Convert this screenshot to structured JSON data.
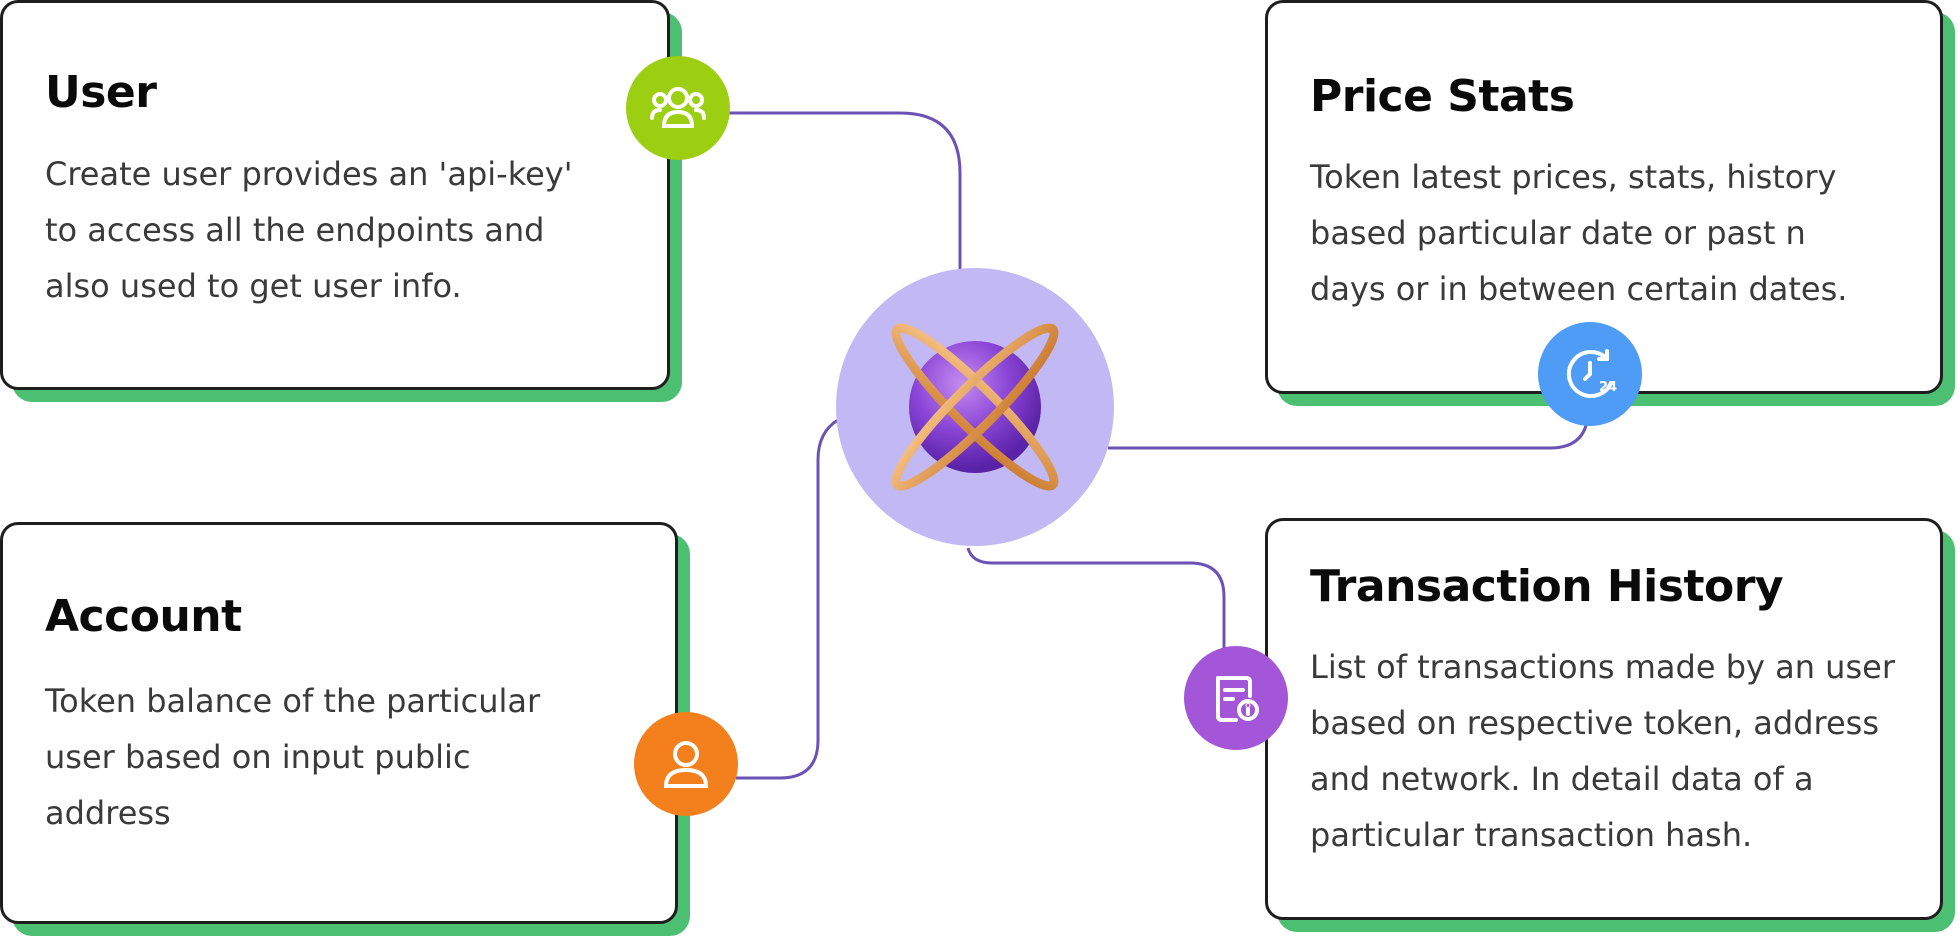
{
  "colors": {
    "card_shadow": "#4cbf72",
    "connector": "#6b52b5",
    "hub": "#c2b8f4",
    "user_badge": "#9ccf12",
    "price_badge": "#4f9cf6",
    "account_badge": "#f47f1d",
    "transaction_badge": "#a356d8"
  },
  "hub": {
    "icon": "globe-cross-logo-icon"
  },
  "cards": {
    "user": {
      "title": "User",
      "lines": [
        "Create user provides an 'api-key'",
        "to access all the endpoints and",
        "also used to get user info."
      ],
      "icon": "users-group-icon"
    },
    "price": {
      "title": "Price Stats",
      "lines": [
        "Token latest prices, stats, history",
        "based particular date or past n",
        "days or in between certain dates."
      ],
      "icon": "clock-24-icon",
      "icon_text": "24"
    },
    "account": {
      "title": "Account",
      "lines": [
        "Token balance of the particular",
        "user based on input public",
        "address"
      ],
      "icon": "person-icon"
    },
    "transaction": {
      "title": "Transaction History",
      "lines": [
        "List of transactions made by an user",
        "based on respective token, address",
        "and network. In detail data of a",
        "particular transaction hash."
      ],
      "icon": "receipt-info-icon"
    }
  }
}
